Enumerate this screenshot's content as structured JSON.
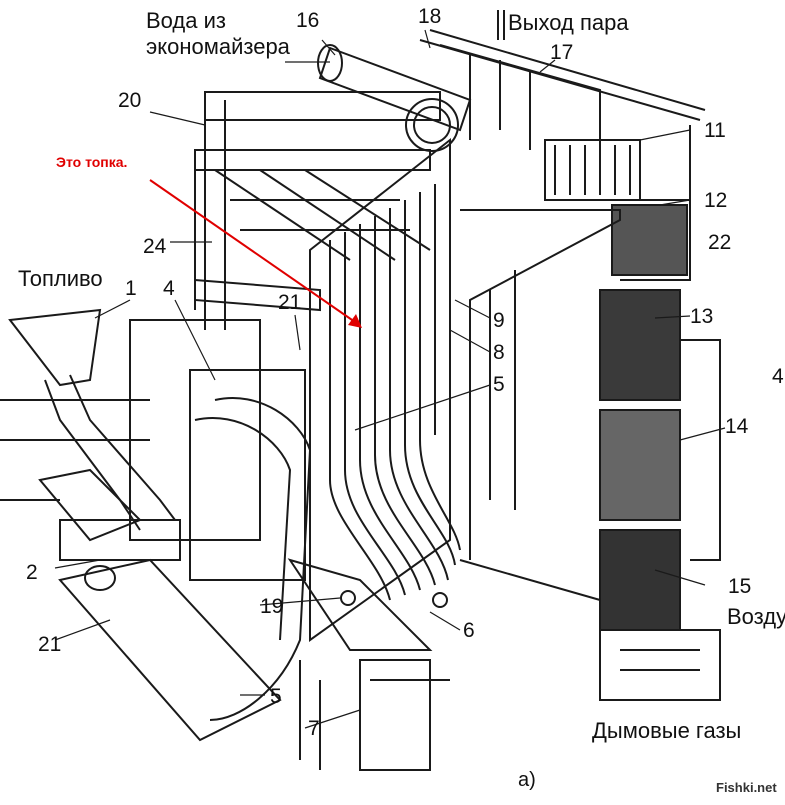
{
  "labels": {
    "water_from_economizer_1": "Вода из",
    "water_from_economizer_2": "экономайзера",
    "steam_outlet": "Выход пара",
    "fuel": "Топливо",
    "air": "Возду",
    "flue_gases": "Дымовые газы",
    "subfigure": "а)"
  },
  "numbers": {
    "n1": "1",
    "n2": "2",
    "n4": "4",
    "n5a": "5",
    "n5b": "5",
    "n6": "6",
    "n7": "7",
    "n8": "8",
    "n9": "9",
    "n11": "11",
    "n12": "12",
    "n13": "13",
    "n14": "14",
    "n15": "15",
    "n16": "16",
    "n17": "17",
    "n18": "18",
    "n19": "19",
    "n20": "20",
    "n21a": "21",
    "n21b": "21",
    "n22": "22",
    "n24": "24",
    "edge4": "4"
  },
  "annotation": {
    "text": "Это топка.",
    "color": "#e00000"
  },
  "watermark": "Fishki.net"
}
